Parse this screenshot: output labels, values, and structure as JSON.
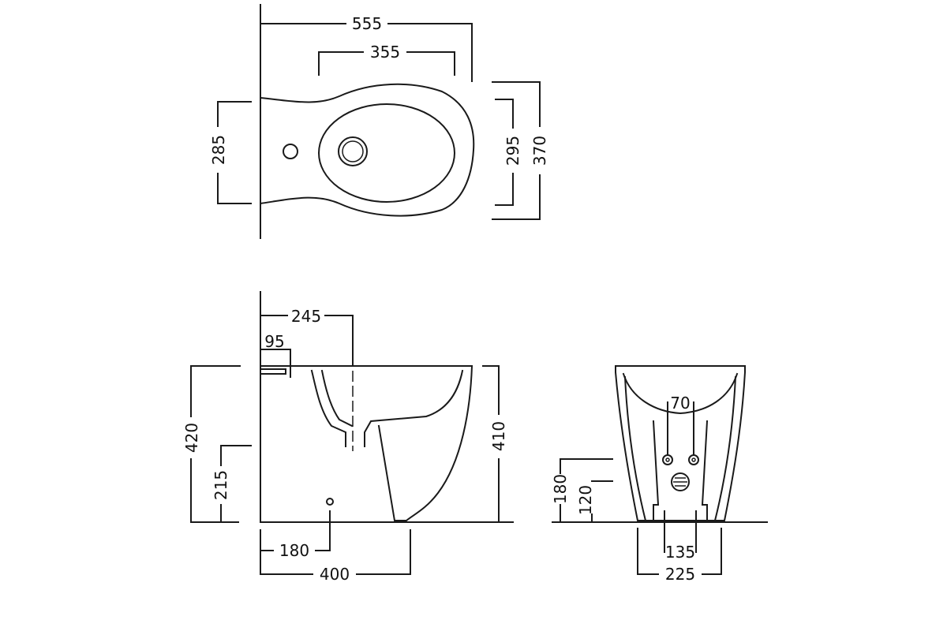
{
  "colors": {
    "line": "#1a1a1a",
    "background": "#ffffff"
  },
  "top_view": {
    "overall_length": "555",
    "bowl_length": "355",
    "wall_width": "285",
    "bowl_width": "295",
    "overall_width": "370"
  },
  "side_view": {
    "drain_offset": "245",
    "rim_offset": "95",
    "overall_height": "420",
    "inlet_height": "215",
    "front_height": "410",
    "inlet_offset": "180",
    "depth": "400"
  },
  "front_view": {
    "bolt_spacing": "70",
    "pipe_height_high": "180",
    "pipe_height_low": "120",
    "foot_spacing": "135",
    "base_width": "225"
  }
}
